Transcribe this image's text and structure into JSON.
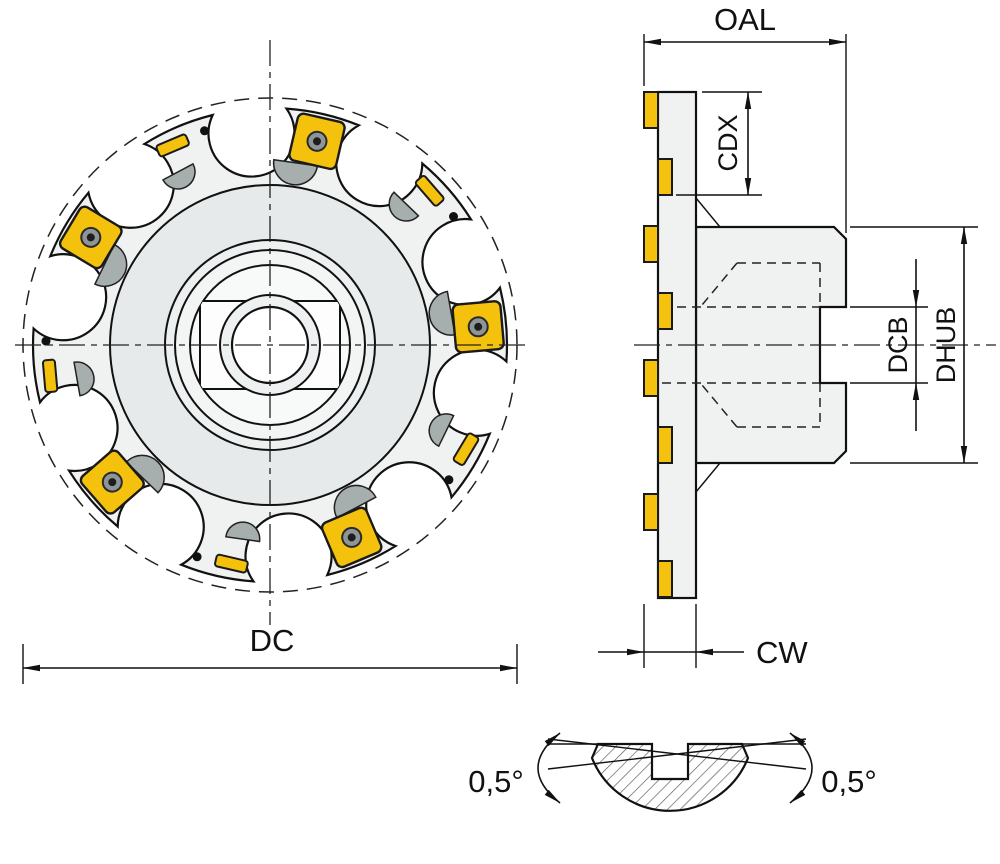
{
  "labels": {
    "oal": "OAL",
    "cdx": "CDX",
    "dcb": "DCB",
    "dhub": "DHUB",
    "dc": "DC",
    "cw": "CW",
    "angle_left": "0,5°",
    "angle_right": "0,5°"
  },
  "colors": {
    "insert_yellow": "#F4C20D",
    "body_gray": "#F0F2F2",
    "shade_gray": "#A7AEAE",
    "line": "#111111"
  }
}
